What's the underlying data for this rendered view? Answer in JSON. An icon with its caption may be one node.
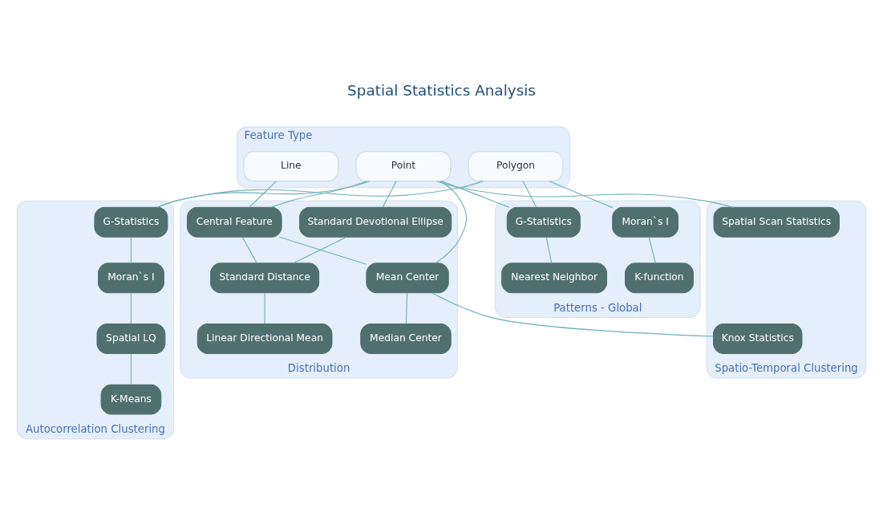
{
  "diagram": {
    "title": "Spatial Statistics Analysis",
    "nodes": [
      {
        "text": [
          "Feature Type"
        ]
      },
      {
        "text": [
          "Point"
        ],
        "in": 0
      },
      {
        "text": [
          "Line"
        ],
        "in": 0
      },
      {
        "text": [
          "Polygon"
        ],
        "in": 0
      },
      {
        "text": [
          "Autocorrelation Clustering"
        ]
      },
      {
        "text": [
          "G-Statistics"
        ],
        "in": 4
      },
      {
        "text": [
          "Moran`s I"
        ],
        "in": 4
      },
      {
        "text": [
          "Spatial LQ"
        ],
        "in": 4
      },
      {
        "text": [
          "K-Means"
        ],
        "in": 4
      },
      {
        "text": [
          "Distribution"
        ]
      },
      {
        "text": [
          "Standard Devotional Ellipse"
        ],
        "in": 9
      },
      {
        "text": [
          "Central Feature"
        ],
        "in": 9
      },
      {
        "text": [
          "Standard Distance"
        ],
        "in": 9
      },
      {
        "text": [
          "Mean Center"
        ],
        "in": 9
      },
      {
        "text": [
          "Linear Directional Mean"
        ],
        "in": 9
      },
      {
        "text": [
          "Median Center"
        ],
        "in": 9
      },
      {
        "text": [
          "Patterns - Global"
        ]
      },
      {
        "text": [
          "G-Statistics"
        ],
        "in": 16
      },
      {
        "text": [
          "Moran`s I"
        ],
        "in": 16
      },
      {
        "text": [
          "Nearest Neighbor"
        ],
        "in": 16
      },
      {
        "text": [
          "K-function"
        ],
        "in": 16
      },
      {
        "text": [
          "Spatio-Temporal Clustering"
        ]
      },
      {
        "text": [
          "Knox Statistics"
        ],
        "in": 21
      },
      {
        "text": [
          "Spatial Scan Statistics"
        ],
        "in": 21
      }
    ],
    "edges": [
      {
        "from": 1,
        "to": 5,
        "arrow": "none"
      },
      {
        "from": 5,
        "to": 6,
        "arrow": "none"
      },
      {
        "from": 6,
        "to": 7,
        "arrow": "none"
      },
      {
        "from": 7,
        "to": 8,
        "arrow": "none"
      },
      {
        "from": 1,
        "to": 10,
        "arrow": "none"
      },
      {
        "from": 1,
        "to": 13,
        "arrow": "none"
      },
      {
        "from": 1,
        "to": 11,
        "arrow": "none"
      },
      {
        "from": 1,
        "to": 23,
        "arrow": "none"
      },
      {
        "from": 1,
        "to": 17,
        "arrow": "none"
      },
      {
        "from": 2,
        "to": 11,
        "arrow": "none"
      },
      {
        "from": 3,
        "to": 5,
        "arrow": "none"
      },
      {
        "from": 3,
        "to": 17,
        "arrow": "none"
      },
      {
        "from": 3,
        "to": 18,
        "arrow": "none"
      },
      {
        "from": 10,
        "to": 12,
        "arrow": "none"
      },
      {
        "from": 11,
        "to": 12,
        "arrow": "none"
      },
      {
        "from": 12,
        "to": 14,
        "arrow": "none"
      },
      {
        "from": 11,
        "to": 13,
        "arrow": "none"
      },
      {
        "from": 13,
        "to": 15,
        "arrow": "none"
      },
      {
        "from": 13,
        "to": 22,
        "arrow": "none"
      },
      {
        "from": 17,
        "to": 19,
        "arrow": "none"
      },
      {
        "from": 18,
        "to": 20,
        "arrow": "none"
      }
    ]
  }
}
